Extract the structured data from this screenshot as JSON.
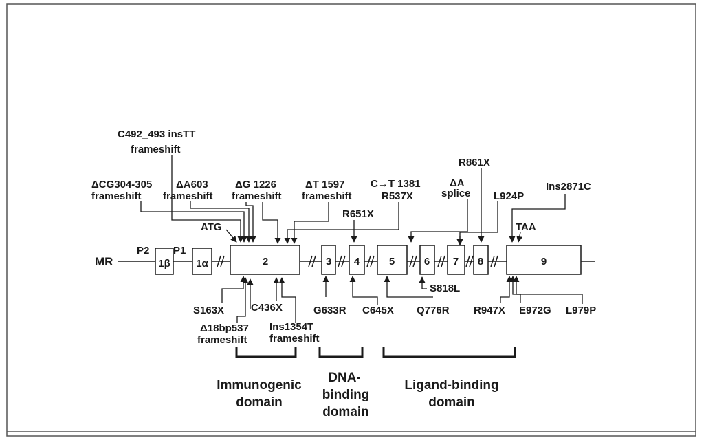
{
  "gene": "MR",
  "promoters": [
    "P2",
    "P1"
  ],
  "start_codon": "ATG",
  "stop_codon": "TAA",
  "exons": [
    "1β",
    "1α",
    "2",
    "3",
    "4",
    "5",
    "6",
    "7",
    "8",
    "9"
  ],
  "top_mutations": {
    "c492": [
      "C492_493 insTT",
      "frameshift"
    ],
    "dcg": [
      "ΔCG304-305",
      "frameshift"
    ],
    "da603": [
      "ΔA603",
      "frameshift"
    ],
    "dg1226": [
      "ΔG 1226",
      "frameshift"
    ],
    "dt1597": [
      "ΔT 1597",
      "frameshift"
    ],
    "c1381": "C→T 1381",
    "r537x": "R537X",
    "r651x": "R651X",
    "da_splice": [
      "ΔA",
      "splice"
    ],
    "r861x": "R861X",
    "l924p": "L924P",
    "ins2871c": "Ins2871C"
  },
  "bottom_mutations": {
    "s163x": "S163X",
    "c436x": "C436X",
    "d18bp": [
      "Δ18bp537",
      "frameshift"
    ],
    "ins1354t": [
      "Ins1354T",
      "frameshift"
    ],
    "g633r": "G633R",
    "c645x": "C645X",
    "s818l": "S818L",
    "q776r": "Q776R",
    "r947x": "R947X",
    "e972g": "E972G",
    "l979p": "L979P"
  },
  "domains": {
    "immunogenic": [
      "Immunogenic",
      "domain"
    ],
    "dna_binding": [
      "DNA-",
      "binding",
      "domain"
    ],
    "ligand_binding": [
      "Ligand-binding",
      "domain"
    ]
  }
}
